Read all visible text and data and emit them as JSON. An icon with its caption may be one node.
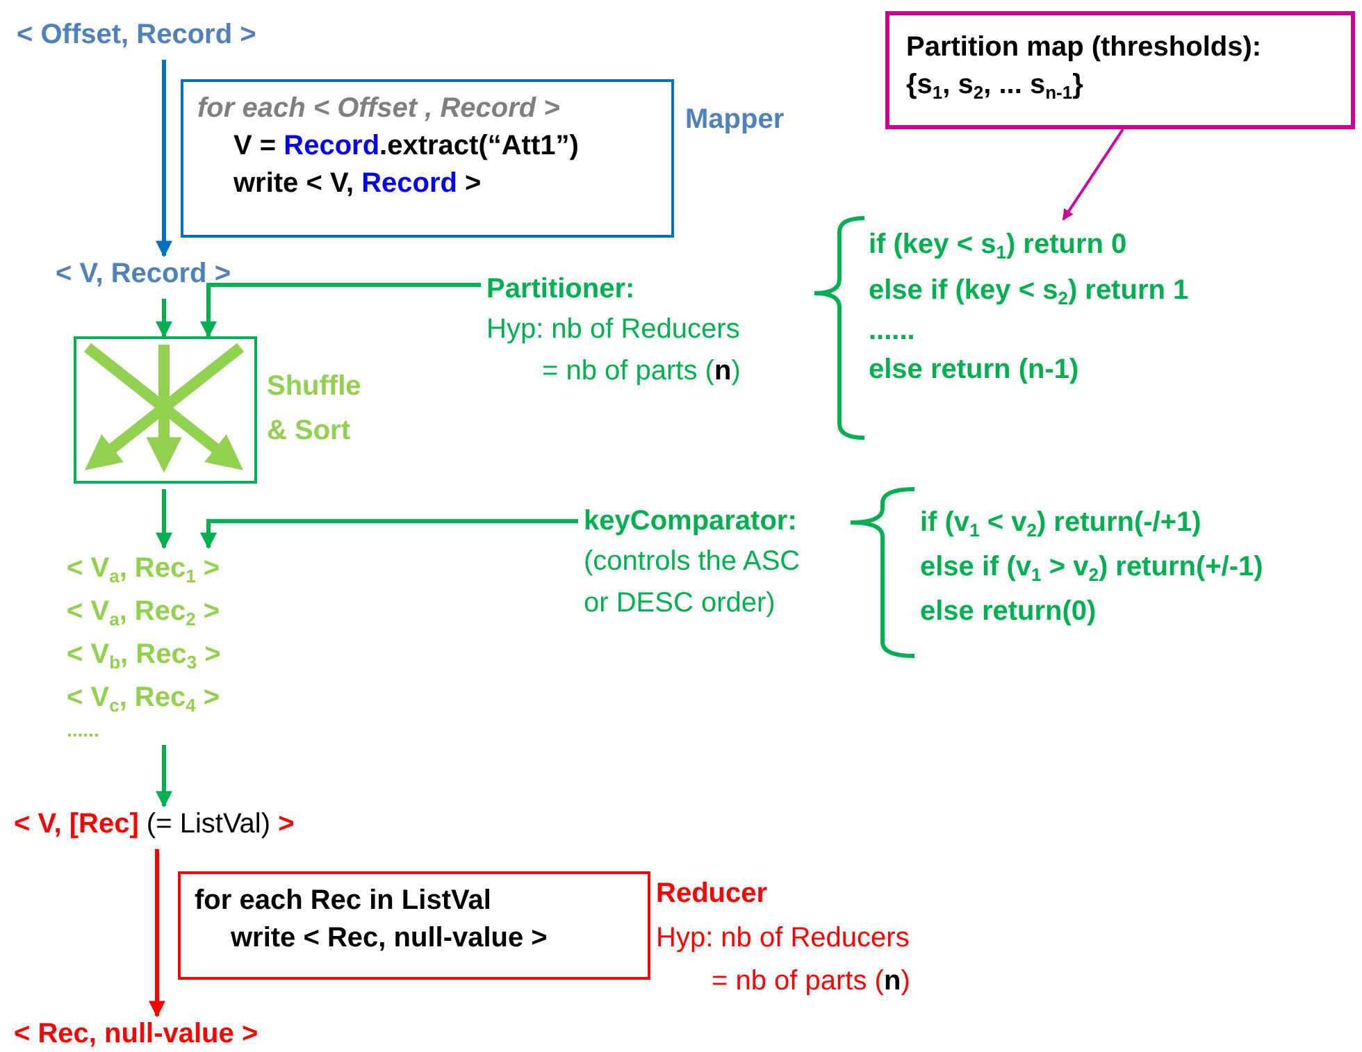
{
  "diagram": {
    "nodes": [
      {
        "text": [
          "< Offset, Record >"
        ]
      },
      {
        "text": [
          "for each < Offset , Record >",
          "V = **Record**.extract(“Att1”)",
          "write < V, **Record** >"
        ],
        "beside": [
          "Mapper"
        ]
      },
      {
        "text": [
          "< V, Record >"
        ]
      },
      {
        "text": [],
        "shape": "box",
        "beside": [
          "Shuffle & Sort"
        ]
      },
      {
        "text": [
          "Partitioner:",
          "Hyp: nb of Reducers = nb of parts (**n**)"
        ]
      },
      {
        "text": [
          "if (key < s$_{1}$)  return 0",
          "else if (key < s$_{2}$) return 1",
          "......",
          "else return (n-1)"
        ]
      },
      {
        "text": [
          "Partition map (thresholds):",
          "{s$_{1}$, s$_{2}$, ... s$_{n-1}$}"
        ]
      },
      {
        "text": [
          "< V$_{a}$, Rec$_{1}$ >",
          "< V$_{a}$, Rec$_{2}$ >",
          "< V$_{b}$, Rec$_{3}$ >",
          "< V$_{c}$, Rec$_{4}$ >",
          "......"
        ]
      },
      {
        "text": [
          "keyComparator:",
          "(controls the ASC or DESC order)"
        ]
      },
      {
        "text": [
          "if (v$_{1}$ < v$_{2}$) return(-/+1)",
          "else if (v$_{1}$ > v$_{2}$) return(+/-1)",
          "else return(0)"
        ]
      },
      {
        "text": [
          "< V, [Rec] *(= ListVal)* >"
        ]
      },
      {
        "text": [
          "for each Rec in ListVal",
          "write < Rec, null-value >"
        ],
        "beside": [
          "Reducer",
          "Hyp: nb of Reducers = nb of parts (**n**)"
        ]
      },
      {
        "text": [
          "< Rec, null-value >"
        ]
      }
    ],
    "edges": [
      {
        "from": 0,
        "to": 2,
        "arrow": "to",
        "color": "#0070c0"
      },
      {
        "from": 2,
        "to": 3,
        "arrow": "to"
      },
      {
        "from": 4,
        "to": 3,
        "arrow": "to"
      },
      {
        "from": 6,
        "to": 5,
        "arrow": "to",
        "color": "#cc0099"
      },
      {
        "from": 3,
        "to": 7,
        "arrow": "to"
      },
      {
        "from": 8,
        "to": 7,
        "arrow": "to"
      },
      {
        "from": 7,
        "to": 10,
        "arrow": "to"
      },
      {
        "from": 10,
        "to": 12,
        "arrow": "to",
        "color": "#ff0000"
      }
    ]
  }
}
